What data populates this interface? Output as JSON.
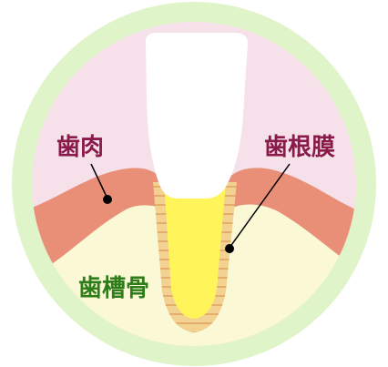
{
  "diagram": {
    "labels": {
      "gingiva": "歯肉",
      "periodontal_ligament": "歯根膜",
      "alveolar_bone": "歯槽骨"
    },
    "colors": {
      "outer_ring": "#dff4c8",
      "background_pink": "#f6e0ea",
      "alveolar_bone_fill": "#fbf8d6",
      "gingiva_fill": "#e98f78",
      "tooth_crown": "#ffffff",
      "tooth_root": "#fff45a",
      "periodontal_ligament": "#f0c982",
      "label_gingiva_color": "#8a1a4a",
      "label_ligament_color": "#8a1a4a",
      "label_bone_color": "#2e7d1a",
      "marker_dot": "#000000"
    }
  }
}
